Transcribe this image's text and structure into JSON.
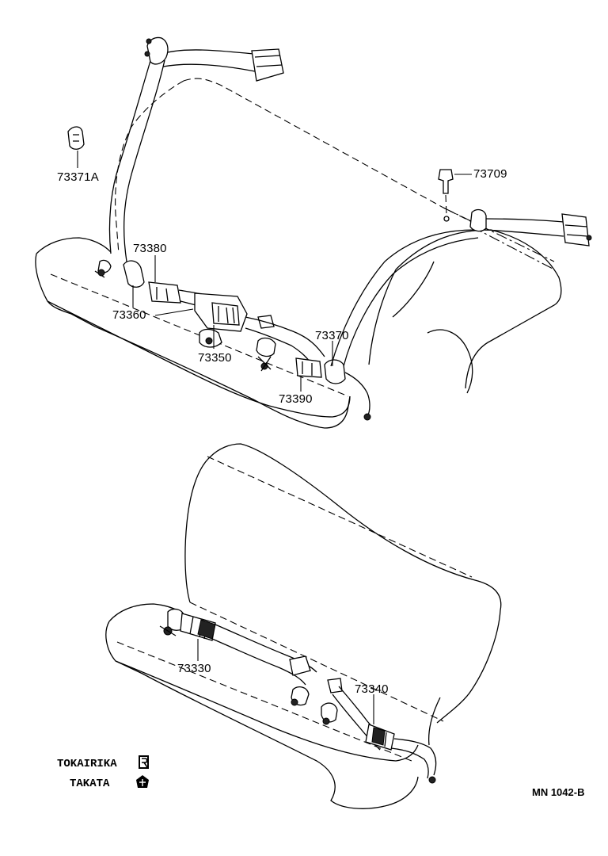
{
  "callouts": {
    "c73371A": "73371A",
    "c73709": "73709",
    "c73380": "73380",
    "c73360": "73360",
    "c73350": "73350",
    "c73370": "73370",
    "c73390": "73390",
    "c73330": "73330",
    "c73340": "73340"
  },
  "legend": {
    "tokairika": "TOKAIRIKA",
    "takata": "TAKATA"
  },
  "diagram_code": "MN 1042-B"
}
